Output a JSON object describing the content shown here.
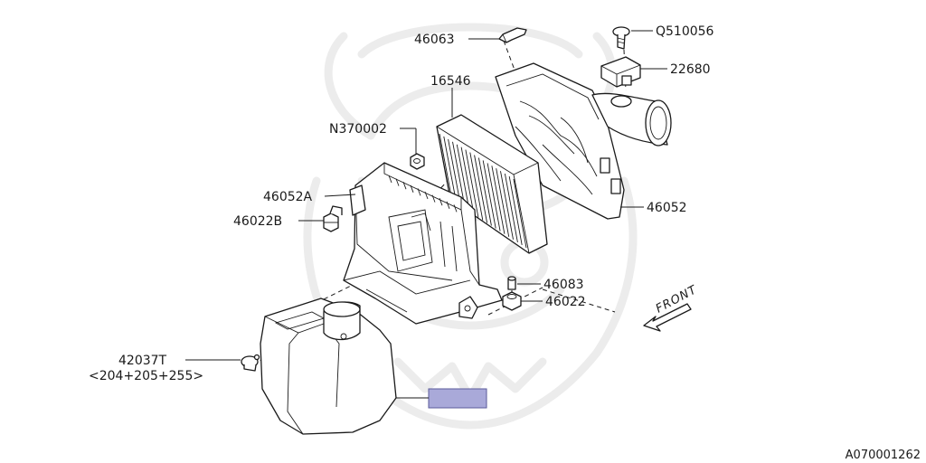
{
  "callouts": [
    {
      "id": "c-46063",
      "text": "46063"
    },
    {
      "id": "c-Q510056",
      "text": "Q510056"
    },
    {
      "id": "c-22680",
      "text": "22680"
    },
    {
      "id": "c-16546",
      "text": "16546"
    },
    {
      "id": "c-N370002",
      "text": "N370002"
    },
    {
      "id": "c-46052A",
      "text": "46052A"
    },
    {
      "id": "c-46022B",
      "text": "46022B"
    },
    {
      "id": "c-46052",
      "text": "46052"
    },
    {
      "id": "c-46083",
      "text": "46083"
    },
    {
      "id": "c-46022",
      "text": "46022"
    },
    {
      "id": "c-42037T",
      "text": "42037T"
    },
    {
      "id": "c-42037T-sub",
      "text": "<204+205+255>"
    }
  ],
  "direction_label": "FRONT",
  "figure_ref": "A070001262",
  "colors": {
    "line": "#1a1a1a",
    "watermark": "#ececec",
    "highlight_fill": "#a9a9d9",
    "highlight_stroke": "#5a5a9a"
  }
}
